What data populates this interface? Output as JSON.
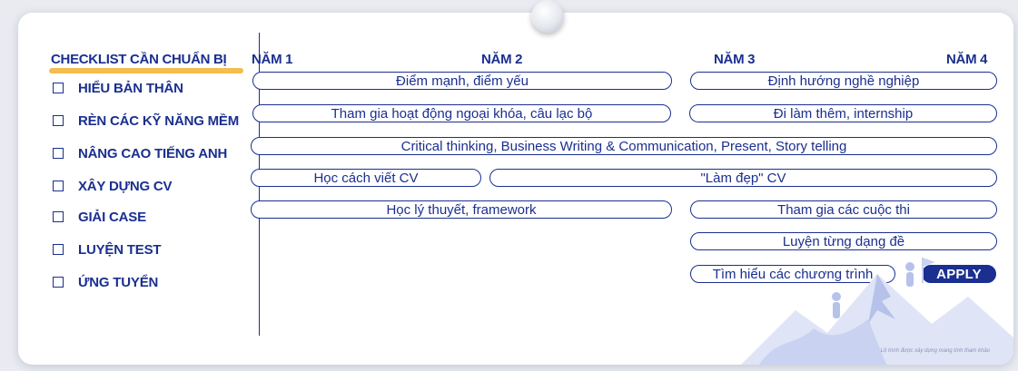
{
  "checklist": {
    "title": "CHECKLIST CẦN CHUẨN BỊ",
    "items": [
      {
        "label": "HIỂU BẢN THÂN"
      },
      {
        "label": "RÈN CÁC KỸ NĂNG MỀM"
      },
      {
        "label": "NÂNG CAO TIẾNG ANH"
      },
      {
        "label": "XÂY DỰNG CV"
      },
      {
        "label": "GIẢI CASE"
      },
      {
        "label": "LUYỆN TEST"
      },
      {
        "label": "ỨNG TUYỂN"
      }
    ]
  },
  "years": [
    "NĂM 1",
    "NĂM 2",
    "NĂM 3",
    "NĂM 4"
  ],
  "roadmap": {
    "hieu_ban_than": [
      "Điểm mạnh, điểm yếu",
      "Định hướng nghề nghiệp"
    ],
    "ky_nang_mem": [
      "Tham gia hoạt động ngoại khóa, câu lạc bộ",
      "Đi làm thêm, internship"
    ],
    "tieng_anh": [
      "Critical thinking, Business Writing & Communication, Present, Story telling"
    ],
    "cv": [
      "Học cách viết CV",
      "\"Làm đẹp\" CV"
    ],
    "giai_case": [
      "Học lý thuyết, framework",
      "Tham gia các cuộc thi"
    ],
    "luyen_test": [
      "Luyện từng dạng đề"
    ],
    "ung_tuyen": [
      "Tìm hiểu các chương trình",
      "APPLY"
    ]
  },
  "footnote": "Lộ trình được xây dựng mang tính tham khảo",
  "colors": {
    "primary": "#1a2f8f",
    "highlight": "#f4b63a",
    "background": "#e9ebf1",
    "card": "#ffffff"
  },
  "icons": [
    "pushpin-icon",
    "checkbox-icon",
    "mountain-climber-illustration"
  ]
}
